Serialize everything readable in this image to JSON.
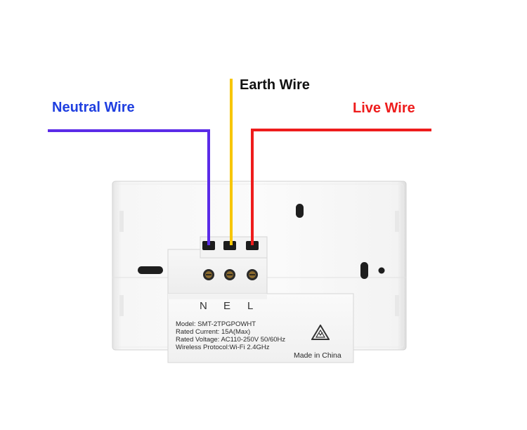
{
  "labels": {
    "neutral": "Neutral Wire",
    "earth": "Earth Wire",
    "live": "Live Wire"
  },
  "terminals": {
    "n": "N",
    "e": "E",
    "l": "L"
  },
  "product_label": {
    "model": "Model: SMT-2TPGPOWHT",
    "current": "Rated Current: 15A(Max)",
    "voltage": "Rated Voltage: AC110-250V 50/60Hz",
    "protocol": "Wireless Protocol:Wi-Fi 2.4GHz",
    "origin": "Made in China"
  },
  "colors": {
    "neutral": "#5B2BE8",
    "earth": "#F7C600",
    "live": "#EE1C1C",
    "neutral_text": "#1F3FE0",
    "earth_text": "#111111",
    "live_text": "#EE1C1C"
  }
}
